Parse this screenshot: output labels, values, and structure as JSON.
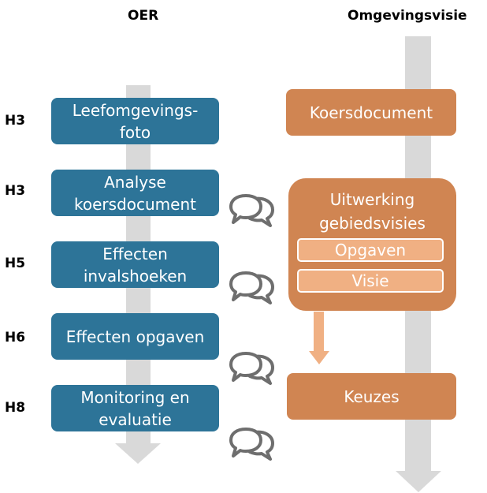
{
  "headers": {
    "left": "OER",
    "right": "Omgevingsvisie"
  },
  "rows": [
    {
      "chapter": "H3",
      "line1": "Leefomgevings-",
      "line2": "foto"
    },
    {
      "chapter": "H3",
      "line1": "Analyse",
      "line2": "koersdocument"
    },
    {
      "chapter": "H5",
      "line1": "Effecten",
      "line2": "invalshoeken"
    },
    {
      "chapter": "H6",
      "line1": "Effecten opgaven",
      "line2": ""
    },
    {
      "chapter": "H8",
      "line1": "Monitoring en",
      "line2": "evaluatie"
    }
  ],
  "right_column": {
    "koersdocument": "Koersdocument",
    "uitwerking_line1": "Uitwerking",
    "uitwerking_line2": "gebiedsvisies",
    "opgaven": "Opgaven",
    "visie": "Visie",
    "keuzes": "Keuzes"
  },
  "colors": {
    "oer_box": "#2d7498",
    "visie_box": "#d08552",
    "sub_box": "#f0b083",
    "flow_arrow": "#d9d9d9",
    "connector_arrow": "#f0b083",
    "speech_icon": "#6e6e6e"
  },
  "icons": [
    "speech-bubbles-icon",
    "speech-bubbles-icon",
    "speech-bubbles-icon",
    "speech-bubbles-icon"
  ]
}
